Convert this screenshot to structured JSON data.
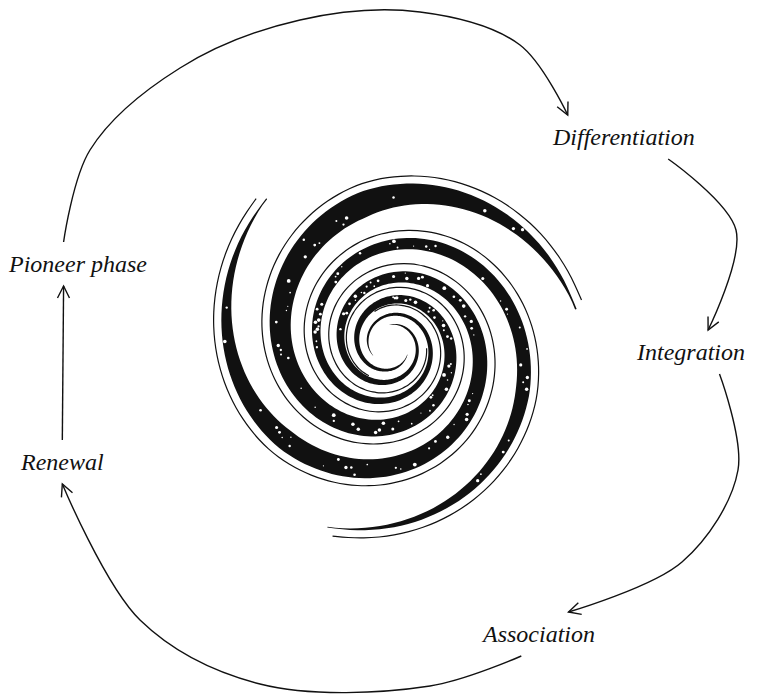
{
  "diagram": {
    "nodes": [
      {
        "text": [
          "Pioneer phase"
        ]
      },
      {
        "text": [
          "Differentiation"
        ]
      },
      {
        "text": [
          "Integration"
        ]
      },
      {
        "text": [
          "Association"
        ]
      },
      {
        "text": [
          "Renewal"
        ]
      }
    ],
    "edges": [
      {
        "from": 0,
        "to": 1,
        "arrow": "to"
      },
      {
        "from": 1,
        "to": 2,
        "arrow": "to"
      },
      {
        "from": 2,
        "to": 3,
        "arrow": "to"
      },
      {
        "from": 3,
        "to": 4,
        "arrow": "to"
      },
      {
        "from": 4,
        "to": 0,
        "arrow": "to"
      }
    ]
  }
}
